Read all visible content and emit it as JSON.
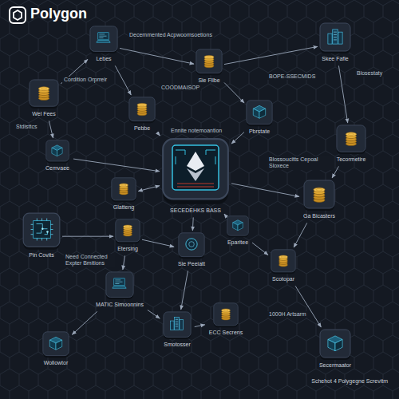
{
  "diagram": {
    "title": "Polygon",
    "caption": "Schehot 4 Polygegne Screvitm",
    "nodes": [
      {
        "text": [
          "Wel Fees"
        ]
      },
      {
        "text": [
          "Lebes"
        ]
      },
      {
        "text": [
          "Sie Fllbe"
        ]
      },
      {
        "text": [
          "Skee Fafle"
        ]
      },
      {
        "text": [
          "Pebbe"
        ]
      },
      {
        "text": [
          "Pbrstate"
        ]
      },
      {
        "text": [
          "Tecormetire"
        ]
      },
      {
        "text": [
          "Cemvaee"
        ]
      },
      {
        "text": [
          "SECEDEHKS BASS"
        ]
      },
      {
        "text": [
          "Glatteng"
        ]
      },
      {
        "text": [
          "Ga Bicasters"
        ]
      },
      {
        "text": [
          "Pin Covits"
        ]
      },
      {
        "text": [
          "Etersing"
        ]
      },
      {
        "text": [
          "Sie Peeiatt"
        ]
      },
      {
        "text": [
          "Eparitee"
        ]
      },
      {
        "text": [
          "Scotopar"
        ]
      },
      {
        "text": [
          "MATIC Simoonnins"
        ]
      },
      {
        "text": [
          "Smotosser"
        ]
      },
      {
        "text": [
          "ECC Secrens"
        ]
      },
      {
        "text": [
          "Wollowtor"
        ]
      },
      {
        "text": [
          "Secermaator"
        ]
      }
    ],
    "edges": [
      {
        "from": 0,
        "to": 1,
        "arrow": "to"
      },
      {
        "from": 1,
        "to": 2,
        "arrow": "to"
      },
      {
        "from": 2,
        "to": 3,
        "arrow": "to"
      },
      {
        "from": 1,
        "to": 4,
        "arrow": "to"
      },
      {
        "from": 2,
        "to": 5,
        "arrow": "to"
      },
      {
        "from": 3,
        "to": 6,
        "arrow": "to"
      },
      {
        "from": 5,
        "to": 8,
        "arrow": "to"
      },
      {
        "from": 4,
        "to": 8,
        "arrow": "to"
      },
      {
        "from": 0,
        "to": 7,
        "arrow": "to"
      },
      {
        "from": 7,
        "to": 8,
        "arrow": "to"
      },
      {
        "from": 9,
        "to": 8,
        "arrow": "both"
      },
      {
        "from": 6,
        "to": 10,
        "arrow": "to"
      },
      {
        "from": 8,
        "to": 10,
        "arrow": "to"
      },
      {
        "from": 11,
        "to": 12,
        "arrow": "to"
      },
      {
        "from": 12,
        "to": 13,
        "arrow": "to"
      },
      {
        "from": 8,
        "to": 13,
        "arrow": "to"
      },
      {
        "from": 8,
        "to": 14,
        "arrow": "to"
      },
      {
        "from": 14,
        "to": 15,
        "arrow": "to"
      },
      {
        "from": 10,
        "to": 15,
        "arrow": "to"
      },
      {
        "from": 12,
        "to": 16,
        "arrow": "to"
      },
      {
        "from": 16,
        "to": 17,
        "arrow": "to"
      },
      {
        "from": 13,
        "to": 17,
        "arrow": "to"
      },
      {
        "from": 17,
        "to": 18,
        "arrow": "to"
      },
      {
        "from": 15,
        "to": 20,
        "arrow": "to"
      },
      {
        "from": 16,
        "to": 19,
        "arrow": "to"
      }
    ],
    "labels": [
      "Decemmented Acpwoomsoetions",
      "COODMAISOP",
      "BOPE-SSECMIDS",
      "Cordition Orprreir",
      "Blosestaty",
      "Blossoucitts Cepoal Sloxece",
      "Need Connected Expter Bmitions",
      "1000H Artsarm",
      "Stdisttcs",
      "Ennite notemoantion"
    ]
  }
}
